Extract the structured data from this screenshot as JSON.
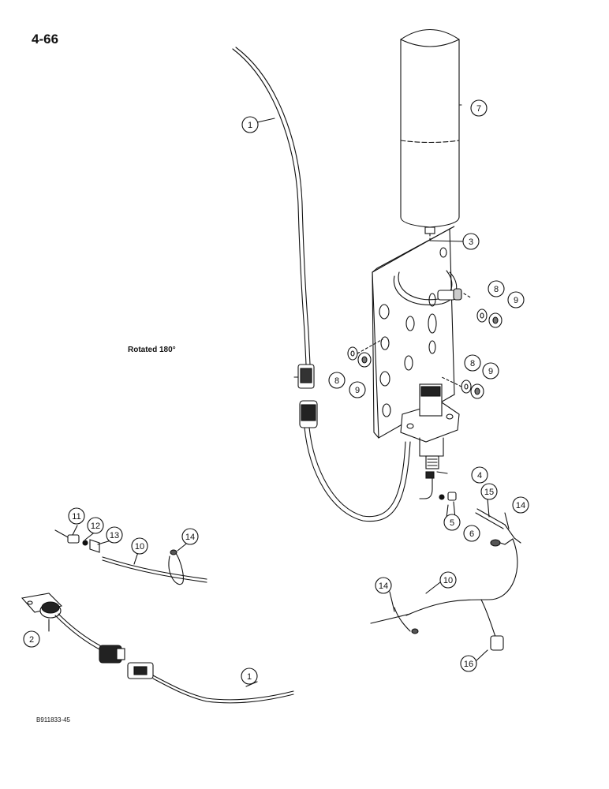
{
  "page_number": "4-66",
  "rotation_note": "Rotated 180°",
  "figure_id": "B911833-45",
  "callouts": {
    "c1a": "1",
    "c1b": "1",
    "c2": "2",
    "c3": "3",
    "c4": "4",
    "c5": "5",
    "c6": "6",
    "c7": "7",
    "c8a": "8",
    "c8b": "8",
    "c8c": "8",
    "c9a": "9",
    "c9b": "9",
    "c9c": "9",
    "c10a": "10",
    "c10b": "10",
    "c11": "11",
    "c12": "12",
    "c13": "13",
    "c14a": "14",
    "c14b": "14",
    "c14c": "14",
    "c15": "15",
    "c16": "16"
  }
}
